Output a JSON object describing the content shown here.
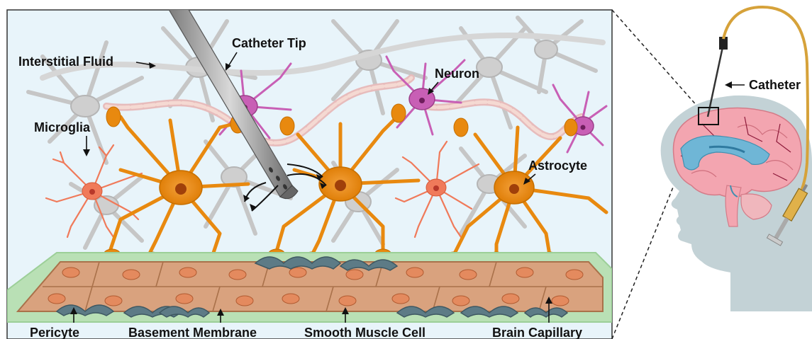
{
  "labels": {
    "interstitial_fluid": "Interstitial Fluid",
    "catheter_tip": "Catheter Tip",
    "neuron": "Neuron",
    "microglia": "Microglia",
    "astrocyte": "Astrocyte",
    "pericyte": "Pericyte",
    "basement_membrane": "Basement Membrane",
    "smooth_muscle_cell": "Smooth Muscle Cell",
    "brain_capillary": "Brain Capillary",
    "catheter": "Catheter"
  },
  "colors": {
    "panel_bg": "#e8f4fa",
    "astrocyte": "#e8890f",
    "neuron": "#c85fb5",
    "microglia": "#f07a5a",
    "glia_gray": "#c8c8c8",
    "capillary": "#d9a27e",
    "basement": "#b9e0b5",
    "pericyte": "#5d7b86",
    "head": "#c3d2d6",
    "brain": "#f3a5b0",
    "ventricle": "#6fb6d6",
    "catheter_tube": "#d6a23a"
  }
}
